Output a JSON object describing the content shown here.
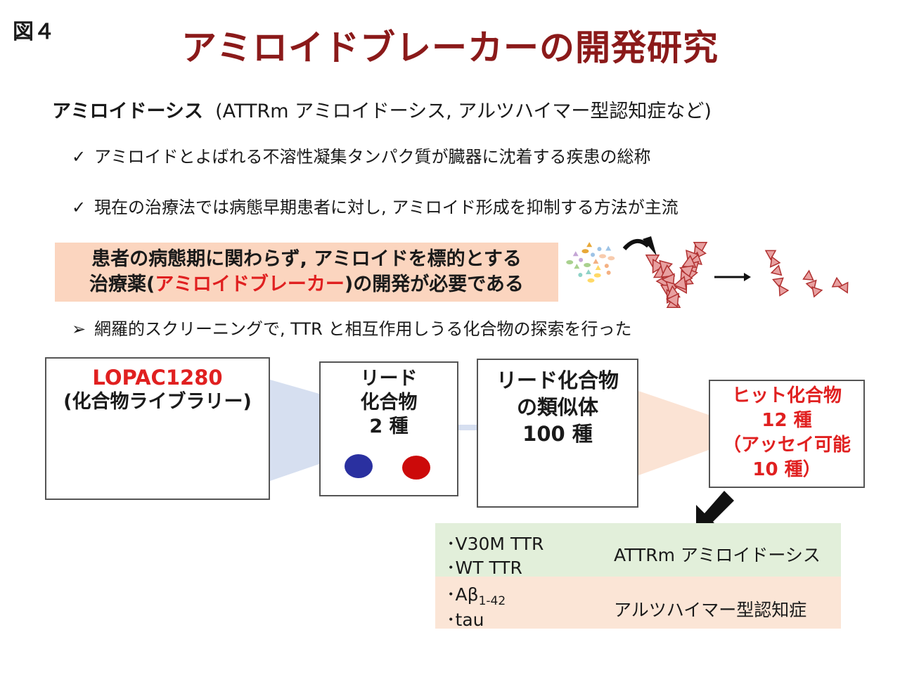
{
  "figure_label": "図４",
  "title": "アミロイドブレーカーの開発研究",
  "heading": {
    "bold": "アミロイドーシス",
    "rest": "(ATTRm アミロイドーシス, アルツハイマー型認知症など)"
  },
  "bullets": [
    {
      "mark": "✓",
      "text": "アミロイドとよばれる不溶性凝集タンパク質が臓器に沈着する疾患の総称"
    },
    {
      "mark": "✓",
      "text": "現在の治療法では病態早期患者に対し, アミロイド形成を抑制する方法が主流"
    }
  ],
  "highlight": {
    "line1": "患者の病態期に関わらず, アミロイドを標的とする",
    "line2_pre": "治療薬(",
    "line2_red": "アミロイドブレーカー",
    "line2_post": ")の開発が必要である"
  },
  "screening": {
    "mark": "➢",
    "text": "網羅的スクリーニングで, TTR と相互作用しうる化合物の探索を行った"
  },
  "boxes": {
    "library": {
      "name": "LOPAC1280",
      "desc": "(化合物ライブラリー)"
    },
    "lead": {
      "l1": "リード",
      "l2": "化合物",
      "l3": "2 種"
    },
    "analogs": {
      "l1": "リード化合物",
      "l2": "の類似体",
      "l3": "100 種"
    },
    "hits": {
      "l1": "ヒット化合物",
      "l2": "12 種",
      "l3": "（アッセイ可能",
      "l4": "10 種）"
    }
  },
  "targets": {
    "group1": {
      "items": [
        "V30M TTR",
        "WT TTR"
      ],
      "disease": "ATTRm アミロイドーシス"
    },
    "group2": {
      "item1_base": "Aβ",
      "item1_sub": "1-42",
      "item2": "tau",
      "disease": "アルツハイマー型認知症"
    },
    "bullet": "･"
  },
  "colors": {
    "title": "#8b1a1a",
    "accent_red": "#e02020",
    "highlight_bg": "#fbd5bf",
    "funnel_blue": "#d6dff0",
    "funnel_orange": "#fbe3d4",
    "green_row": "#e2efda",
    "orange_row": "#fbe5d6",
    "lead_blue": "#2a30a0",
    "lead_red": "#cc0a0a",
    "fibril": "#e8a0a0"
  }
}
